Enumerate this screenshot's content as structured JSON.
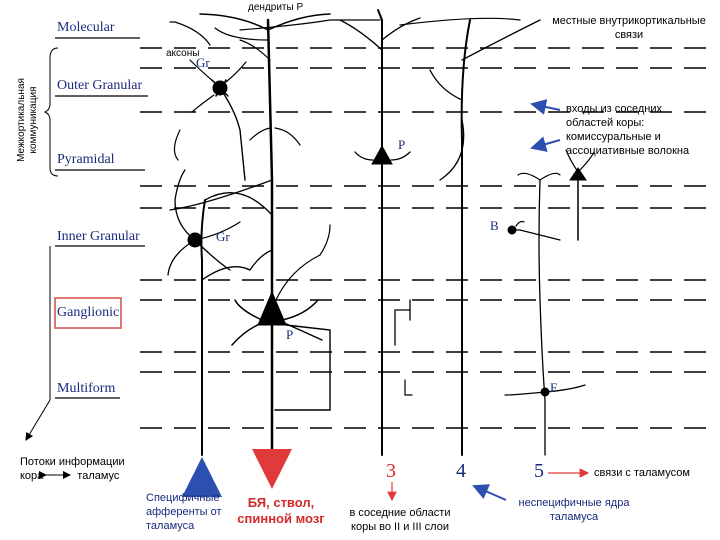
{
  "layers": {
    "molecular": "Molecular",
    "outer_granular": "Outer Granular",
    "pyramidal": "Pyramidal",
    "inner_granular": "Inner Granular",
    "ganglionic": "Ganglionic",
    "multiform": "Multiform"
  },
  "side_label": [
    "Межкортикальная",
    "коммуникация"
  ],
  "top": {
    "dendrites": "дендриты Р",
    "axons": "аксоны",
    "local_links": [
      "местные внутрикортикальные",
      "связи"
    ],
    "inputs": [
      "входы из соседних",
      "областей коры:",
      "комиссуральные и",
      "ассоциативные волокна"
    ]
  },
  "cell_labels": {
    "gr_top": "Gr",
    "gr_mid": "Gr",
    "p_mid": "P",
    "p_low": "P",
    "b": "B",
    "f": "F"
  },
  "bottom": {
    "flow": [
      "Потоки информации",
      "кора",
      "таламус"
    ],
    "specific": [
      "Специфичные",
      "афференты от",
      "таламуса"
    ],
    "brainstem": [
      "БЯ, ствол,",
      "спинной мозг"
    ],
    "num3": "3",
    "num4": "4",
    "num5": "5",
    "adjacent": [
      "в соседние области",
      "коры во II и III слои"
    ],
    "nonspecific": [
      "неспецифичные ядра",
      "таламуса"
    ],
    "thalamus_links": "связи с таламусом"
  },
  "colors": {
    "layer_text": "#1a2a7a",
    "arrow_blue": "#2d4fb0",
    "arrow_red": "#e03a3a",
    "ganglionic_box": "#d44a4a"
  }
}
